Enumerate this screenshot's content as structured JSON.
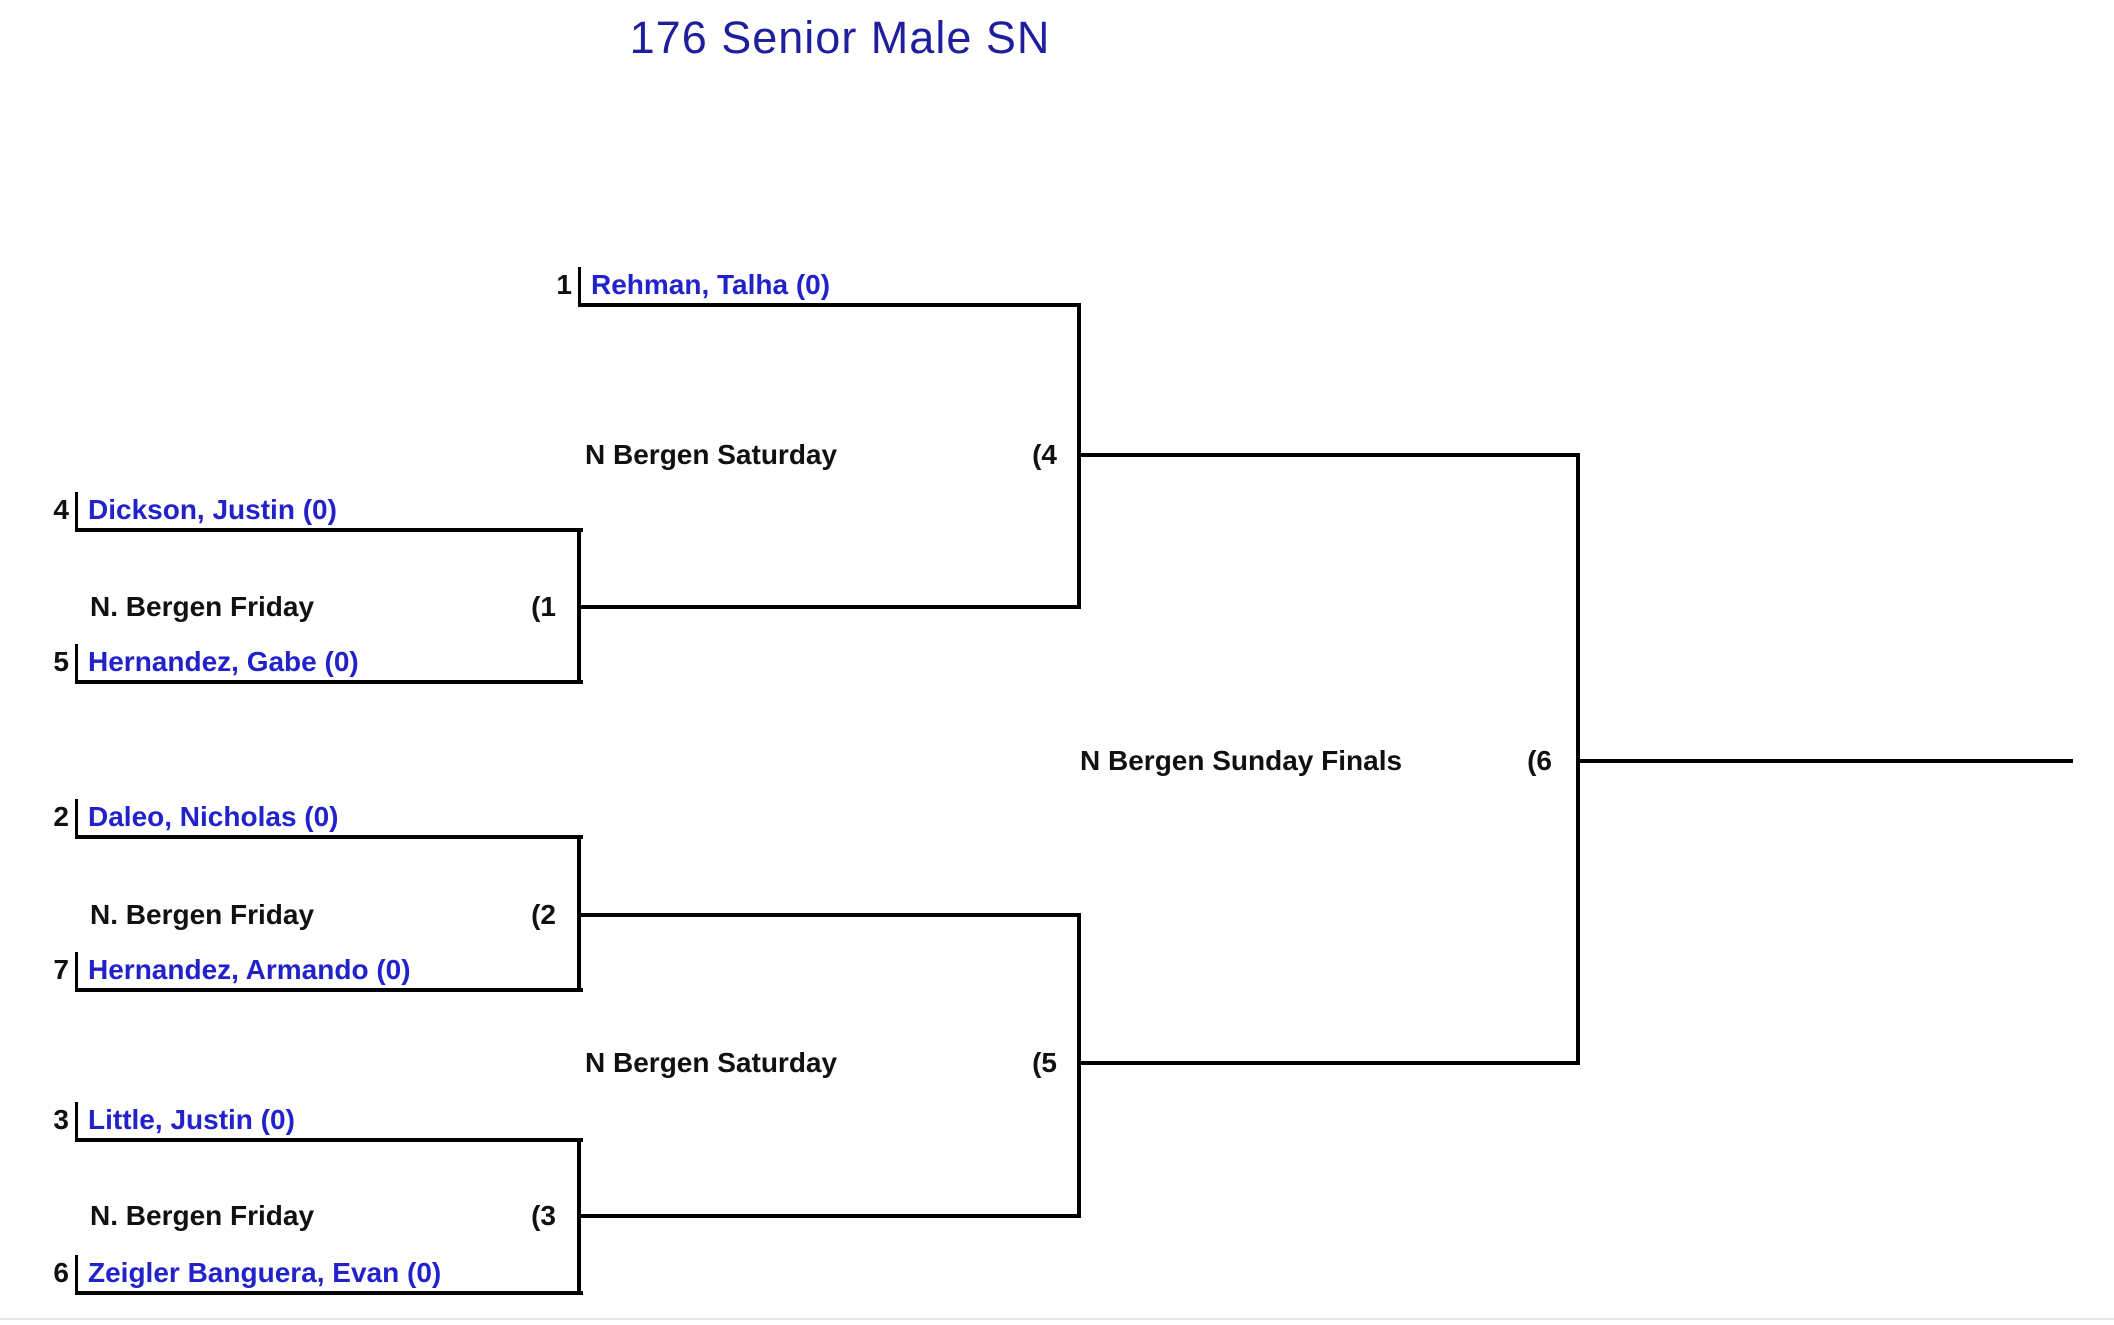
{
  "title": "176 Senior Male SN",
  "players": [
    {
      "seed": "1",
      "name": "Rehman, Talha (0)"
    },
    {
      "seed": "4",
      "name": "Dickson, Justin (0)"
    },
    {
      "seed": "5",
      "name": "Hernandez, Gabe (0)"
    },
    {
      "seed": "2",
      "name": "Daleo, Nicholas (0)"
    },
    {
      "seed": "7",
      "name": "Hernandez, Armando (0)"
    },
    {
      "seed": "3",
      "name": "Little, Justin (0)"
    },
    {
      "seed": "6",
      "name": "Zeigler Banguera, Evan (0)"
    }
  ],
  "matches": {
    "m1": {
      "label": "N. Bergen Friday",
      "number": "(1"
    },
    "m2": {
      "label": "N. Bergen Friday",
      "number": "(2"
    },
    "m3": {
      "label": "N. Bergen Friday",
      "number": "(3"
    },
    "m4": {
      "label": "N Bergen Saturday",
      "number": "(4"
    },
    "m5": {
      "label": "N Bergen Saturday",
      "number": "(5"
    },
    "m6": {
      "label": "N Bergen Sunday Finals",
      "number": "(6"
    }
  },
  "colors": {
    "title": "#1f1f9e",
    "player_name": "#2222cc",
    "label_text": "#111111",
    "line": "#000000"
  }
}
